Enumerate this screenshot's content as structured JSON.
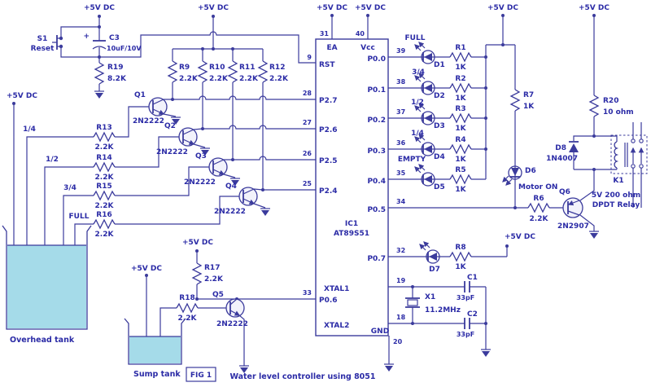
{
  "colors": {
    "wire": "#3b3b9c",
    "text": "#2b2ba6",
    "water": "#a5dbe9",
    "background": "#ffffff"
  },
  "power": {
    "vcc_label": "+5V DC"
  },
  "title": {
    "caption": "Water level controller using 8051",
    "fig": "FIG 1"
  },
  "tanks": {
    "overhead": "Overhead tank",
    "sump": "Sump tank"
  },
  "levels": {
    "l14": "1/4",
    "l12": "1/2",
    "l34": "3/4",
    "full": "FULL",
    "empty": "EMPTY"
  },
  "switch": {
    "ref": "S1",
    "label": "Reset"
  },
  "ic": {
    "ref": "IC1",
    "part": "AT89S51",
    "pins": {
      "ea": {
        "num": "31",
        "name": "EA"
      },
      "vcc": {
        "num": "40",
        "name": "Vcc"
      },
      "rst": {
        "num": "9",
        "name": "RST"
      },
      "p27": {
        "num": "28",
        "name": "P2.7"
      },
      "p26": {
        "num": "27",
        "name": "P2.6"
      },
      "p25": {
        "num": "26",
        "name": "P2.5"
      },
      "p24": {
        "num": "25",
        "name": "P2.4"
      },
      "p00": {
        "num": "39",
        "name": "P0.0"
      },
      "p01": {
        "num": "38",
        "name": "P0.1"
      },
      "p02": {
        "num": "37",
        "name": "P0.2"
      },
      "p03": {
        "num": "36",
        "name": "P0.3"
      },
      "p04": {
        "num": "35",
        "name": "P0.4"
      },
      "p05": {
        "num": "34",
        "name": "P0.5"
      },
      "p07": {
        "num": "32",
        "name": "P0.7"
      },
      "p06": {
        "num": "33",
        "name": "P0.6"
      },
      "xtal1": {
        "num": "19",
        "name": "XTAL1"
      },
      "xtal2": {
        "num": "18",
        "name": "XTAL2"
      },
      "gnd": {
        "num": "20",
        "name": "GND"
      }
    }
  },
  "resistors": {
    "r1": {
      "ref": "R1",
      "value": "1K"
    },
    "r2": {
      "ref": "R2",
      "value": "1K"
    },
    "r3": {
      "ref": "R3",
      "value": "1K"
    },
    "r4": {
      "ref": "R4",
      "value": "1K"
    },
    "r5": {
      "ref": "R5",
      "value": "1K"
    },
    "r6": {
      "ref": "R6",
      "value": "2.2K"
    },
    "r7": {
      "ref": "R7",
      "value": "1K"
    },
    "r8": {
      "ref": "R8",
      "value": "1K"
    },
    "r9": {
      "ref": "R9",
      "value": "2.2K"
    },
    "r10": {
      "ref": "R10",
      "value": "2.2K"
    },
    "r11": {
      "ref": "R11",
      "value": "2.2K"
    },
    "r12": {
      "ref": "R12",
      "value": "2.2K"
    },
    "r13": {
      "ref": "R13",
      "value": "2.2K"
    },
    "r14": {
      "ref": "R14",
      "value": "2.2K"
    },
    "r15": {
      "ref": "R15",
      "value": "2.2K"
    },
    "r16": {
      "ref": "R16",
      "value": "2.2K"
    },
    "r17": {
      "ref": "R17",
      "value": "2.2K"
    },
    "r18": {
      "ref": "R18",
      "value": "2.2K"
    },
    "r19": {
      "ref": "R19",
      "value": "8.2K"
    },
    "r20": {
      "ref": "R20",
      "value": "10 ohm"
    }
  },
  "capacitors": {
    "c1": {
      "ref": "C1",
      "value": "33pF"
    },
    "c2": {
      "ref": "C2",
      "value": "33pF"
    },
    "c3": {
      "ref": "C3",
      "value": "10uF/10V",
      "polarity": "+"
    }
  },
  "diodes": {
    "d1": {
      "ref": "D1"
    },
    "d2": {
      "ref": "D2"
    },
    "d3": {
      "ref": "D3"
    },
    "d4": {
      "ref": "D4"
    },
    "d5": {
      "ref": "D5"
    },
    "d6": {
      "ref": "D6",
      "label": "Motor ON"
    },
    "d7": {
      "ref": "D7"
    },
    "d8": {
      "ref": "D8",
      "part": "1N4007"
    }
  },
  "transistors": {
    "q1": {
      "ref": "Q1",
      "part": "2N2222"
    },
    "q2": {
      "ref": "Q2",
      "part": "2N2222"
    },
    "q3": {
      "ref": "Q3",
      "part": "2N2222"
    },
    "q4": {
      "ref": "Q4",
      "part": "2N2222"
    },
    "q5": {
      "ref": "Q5",
      "part": "2N2222"
    },
    "q6": {
      "ref": "Q6",
      "part": "2N2907"
    }
  },
  "crystal": {
    "ref": "X1",
    "value": "11.2MHz"
  },
  "relay": {
    "ref": "K1",
    "rating": "5V  200 ohm",
    "type": "DPDT Relay"
  }
}
